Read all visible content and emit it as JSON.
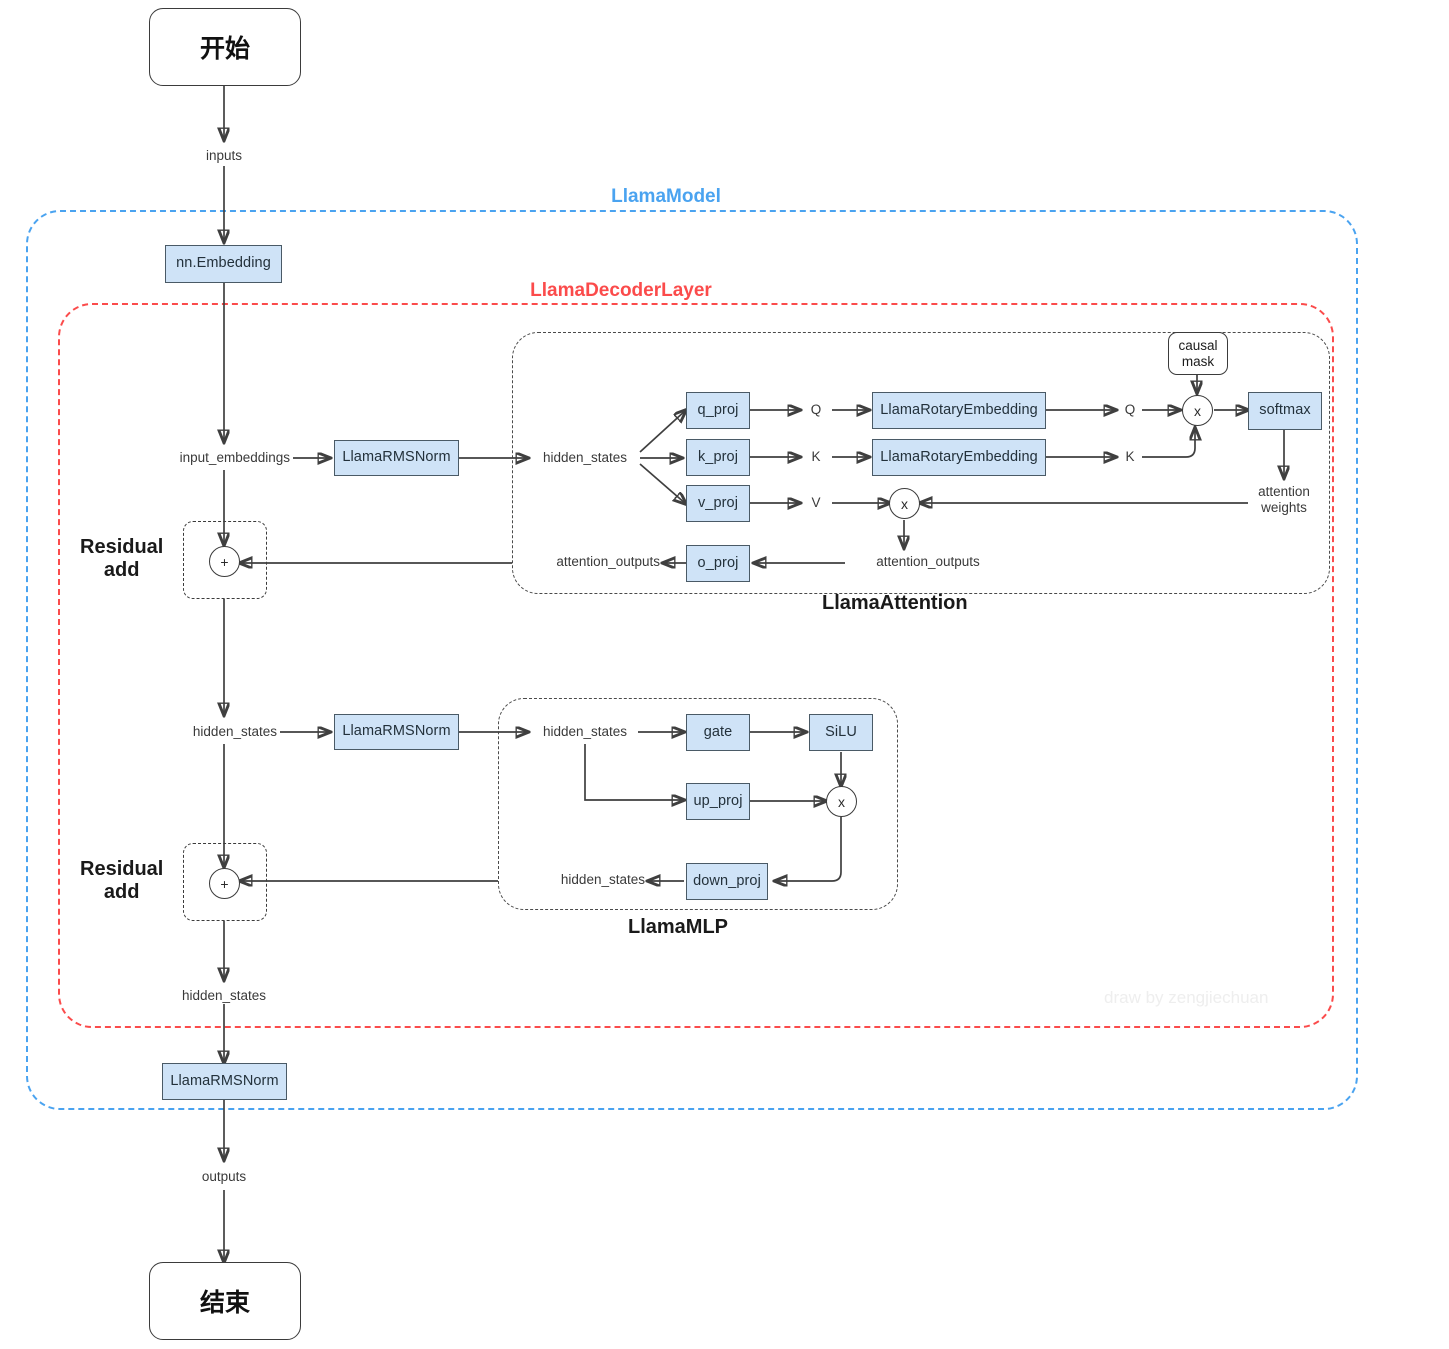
{
  "diagram": {
    "title_watermark": "draw by zengjiechuan",
    "groups": [
      {
        "name": "LlamaModel",
        "color": "#4aa3f0",
        "label": "LlamaModel"
      },
      {
        "name": "LlamaDecoderLayer",
        "color": "#fb4b4b",
        "label": "LlamaDecoderLayer"
      },
      {
        "name": "LlamaAttention",
        "color": "#1a1a1a",
        "label": "LlamaAttention"
      },
      {
        "name": "LlamaMLP",
        "color": "#1a1a1a",
        "label": "LlamaMLP"
      }
    ],
    "terminals": {
      "start": "开始",
      "end": "结束"
    },
    "main_path": {
      "edge_inputs": "inputs",
      "embedding": "nn.Embedding",
      "input_embeddings": "input_embeddings",
      "rmsnorm_1": "LlamaRMSNorm",
      "residual_add_1": "Residual\nadd",
      "residual_add_1_line1": "Residual",
      "residual_add_1_line2": "add",
      "hidden_states_mid": "hidden_states",
      "rmsnorm_2": "LlamaRMSNorm",
      "residual_add_2_line1": "Residual",
      "residual_add_2_line2": "add",
      "hidden_states_out": "hidden_states",
      "rmsnorm_final": "LlamaRMSNorm",
      "edge_outputs": "outputs",
      "plus_symbol": "+"
    },
    "attention": {
      "title": "LlamaAttention",
      "input_label": "hidden_states",
      "q_proj": "q_proj",
      "k_proj": "k_proj",
      "v_proj": "v_proj",
      "o_proj": "o_proj",
      "q_label": "Q",
      "k_label": "K",
      "v_label": "V",
      "rotary_q": "LlamaRotaryEmbedding",
      "rotary_k": "LlamaRotaryEmbedding",
      "q_after_rotary": "Q",
      "k_after_rotary": "K",
      "causal_mask_line1": "causal",
      "causal_mask_line2": "mask",
      "softmax": "softmax",
      "attention_weights_line1": "attention",
      "attention_weights_line2": "weights",
      "attention_outputs_inner": "attention_outputs",
      "attention_outputs_outer": "attention_outputs",
      "matmul_symbol": "x"
    },
    "mlp": {
      "title": "LlamaMLP",
      "input_label": "hidden_states",
      "gate": "gate",
      "silu": "SiLU",
      "up_proj": "up_proj",
      "down_proj": "down_proj",
      "output_label": "hidden_states",
      "mul_symbol": "x"
    },
    "colors": {
      "node_fill": "#cfe3f7",
      "node_stroke": "#4a5a66",
      "model_group": "#4aa3f0",
      "decoder_group": "#fb4b4b",
      "wire": "#3f3f3f",
      "text": "#3a3a3a"
    }
  }
}
